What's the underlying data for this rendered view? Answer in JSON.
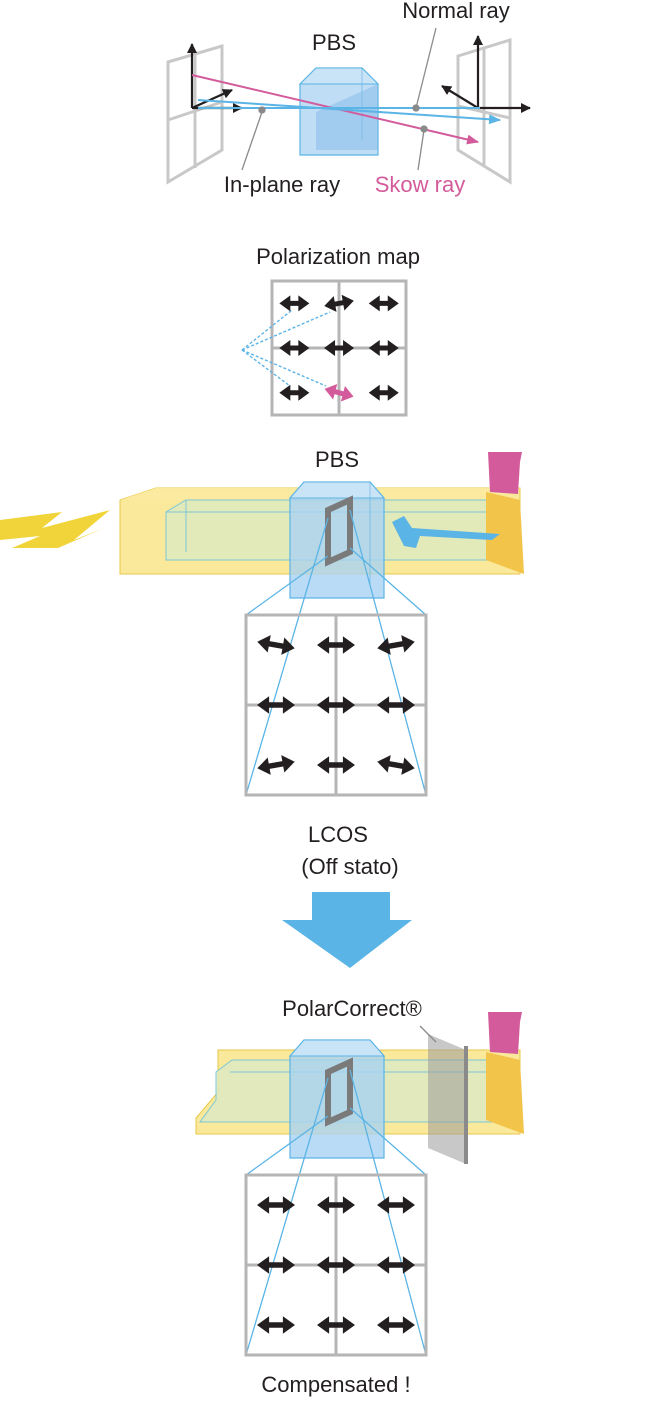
{
  "top_diagram": {
    "pbs_label": "PBS",
    "normal_ray_label": "Normal ray",
    "in_plane_ray_label": "In-plane ray",
    "skew_ray_label": "Skow ray"
  },
  "polarization_map": {
    "title": "Polarization map",
    "grid": [
      [
        "horizontal",
        "tilted-up",
        "horizontal"
      ],
      [
        "horizontal",
        "horizontal",
        "horizontal"
      ],
      [
        "horizontal",
        "tilted-down-pink",
        "horizontal"
      ]
    ]
  },
  "uncorrected": {
    "pbs_label": "PBS",
    "grid": [
      [
        "tilted-down",
        "horizontal",
        "tilted-up"
      ],
      [
        "horizontal",
        "horizontal",
        "horizontal"
      ],
      [
        "tilted-up",
        "horizontal",
        "tilted-down"
      ]
    ]
  },
  "transition": {
    "line1": "LCOS",
    "line2": "(Off stato)"
  },
  "corrected": {
    "label": "PolarCorrect®",
    "grid": [
      [
        "horizontal",
        "horizontal",
        "horizontal"
      ],
      [
        "horizontal",
        "horizontal",
        "horizontal"
      ],
      [
        "horizontal",
        "horizontal",
        "horizontal"
      ]
    ],
    "result_label": "Compensated !"
  },
  "colors": {
    "ray_blue": "#5ab4e6",
    "skew_pink": "#d35b9b",
    "beam_yellow": "#f8e07a",
    "cube_blue": "#a9d2f2",
    "arrow_dark": "#231f20",
    "down_arrow_blue": "#5ab4e6"
  }
}
